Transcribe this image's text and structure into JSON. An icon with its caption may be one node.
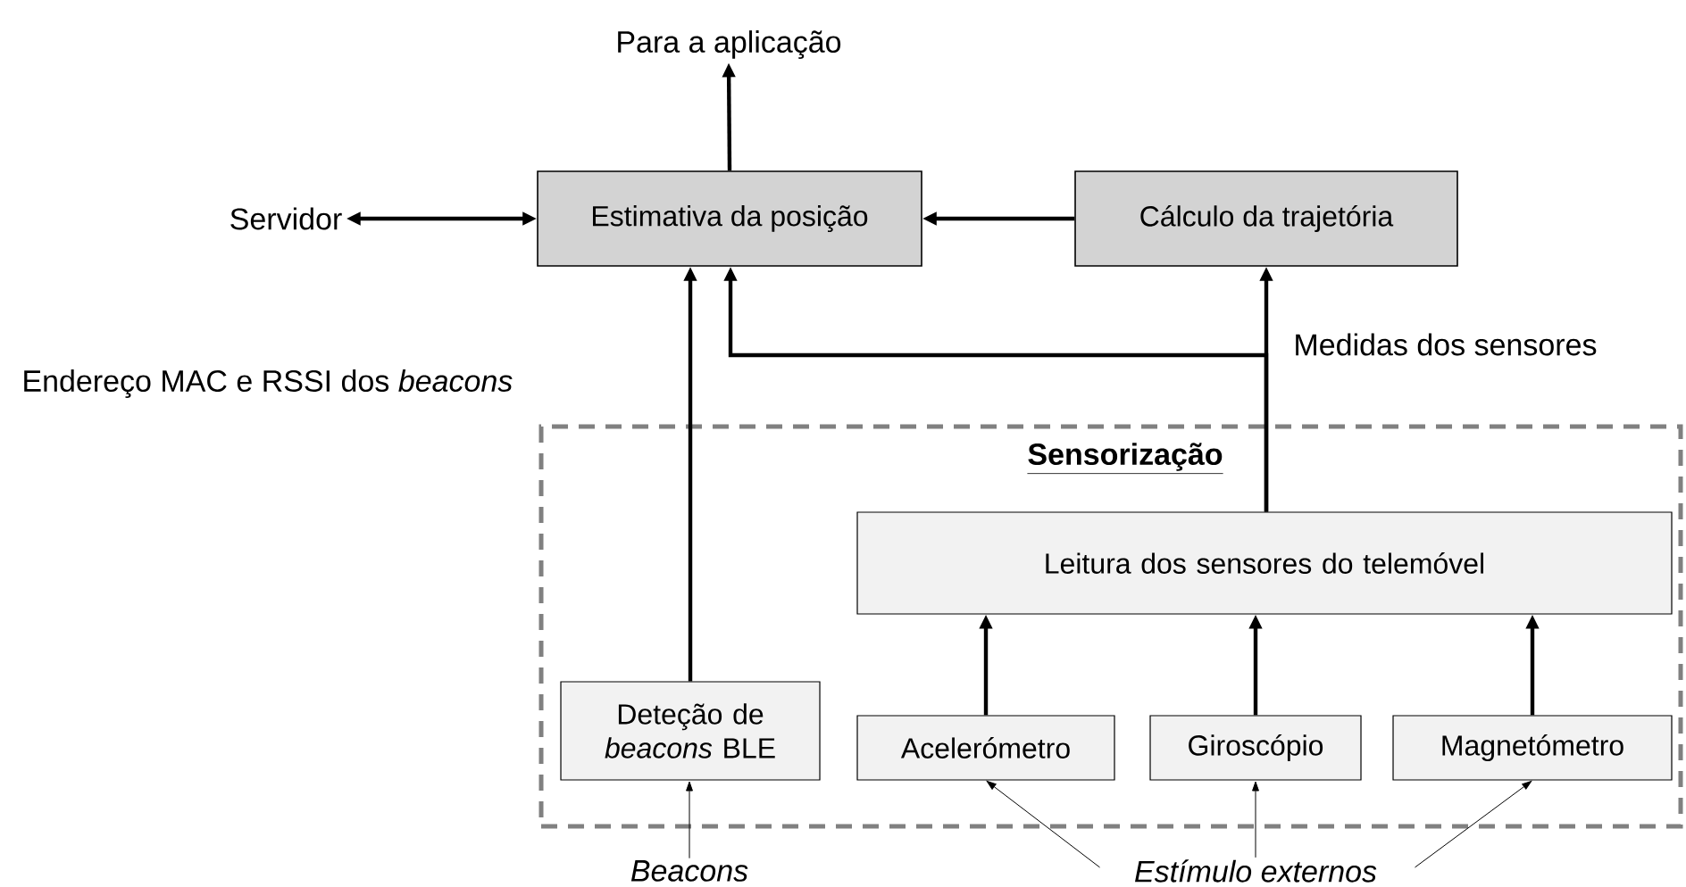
{
  "diagram": {
    "nodes": [
      {
        "text": [
          "Para a aplicação"
        ]
      },
      {
        "text": [
          "Servidor"
        ]
      },
      {
        "text": [
          "Estimativa da posição"
        ]
      },
      {
        "text": [
          "Cálculo da trajetória"
        ]
      },
      {
        "text": [
          "Sensorização"
        ]
      },
      {
        "text": [
          "Leitura dos sensores do telemóvel"
        ],
        "in": 4
      },
      {
        "text": [
          "Deteção de *beacons* BLE"
        ],
        "in": 4
      },
      {
        "text": [
          "Acelerómetro"
        ],
        "in": 4
      },
      {
        "text": [
          "Giroscópio"
        ],
        "in": 4
      },
      {
        "text": [
          "Magnetómetro"
        ],
        "in": 4
      },
      {
        "text": [
          "Beacons"
        ]
      },
      {
        "text": [
          "Estímulo externos"
        ]
      }
    ],
    "edges": [
      {
        "from": 2,
        "to": 0,
        "arrow": "to"
      },
      {
        "from": 1,
        "to": 2,
        "arrow": "both"
      },
      {
        "from": 3,
        "to": 2,
        "arrow": "to"
      },
      {
        "from": 5,
        "to": 3,
        "arrow": "to"
      },
      {
        "from": 5,
        "to": 2,
        "arrow": "to"
      },
      {
        "from": 6,
        "to": 2,
        "arrow": "to"
      },
      {
        "from": 7,
        "to": 5,
        "arrow": "to"
      },
      {
        "from": 8,
        "to": 5,
        "arrow": "to"
      },
      {
        "from": 9,
        "to": 5,
        "arrow": "to"
      },
      {
        "from": 10,
        "to": 6,
        "arrow": "to"
      },
      {
        "from": 11,
        "to": 7,
        "arrow": "to"
      },
      {
        "from": 11,
        "to": 8,
        "arrow": "to"
      },
      {
        "from": 11,
        "to": 9,
        "arrow": "to"
      }
    ],
    "labels": [
      "Medidas dos sensores",
      "Endereço MAC e RSSI dos *beacons*"
    ]
  }
}
